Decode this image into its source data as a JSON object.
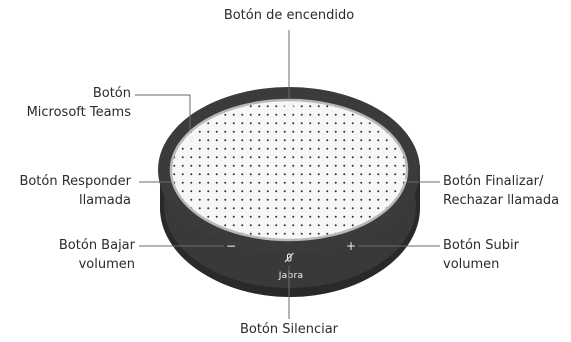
{
  "labels": {
    "power": "Botón de encendido",
    "teams_line1": "Botón",
    "teams_line2": "Microsoft Teams",
    "answer_line1": "Botón Responder",
    "answer_line2": "llamada",
    "end_line1": "Botón Finalizar/",
    "end_line2": "Rechazar llamada",
    "voldown_line1": "Botón Bajar",
    "voldown_line2": "volumen",
    "volup_line1": "Botón Subir",
    "volup_line2": "volumen",
    "mute": "Botón Silenciar"
  },
  "device": {
    "brand": "Jabra",
    "minus_symbol": "−",
    "plus_symbol": "+",
    "body_color": "#3c3b39",
    "body_shade": "#2a2927",
    "grille_color": "#f7f7f5",
    "ring_color": "#b8b8b6"
  }
}
